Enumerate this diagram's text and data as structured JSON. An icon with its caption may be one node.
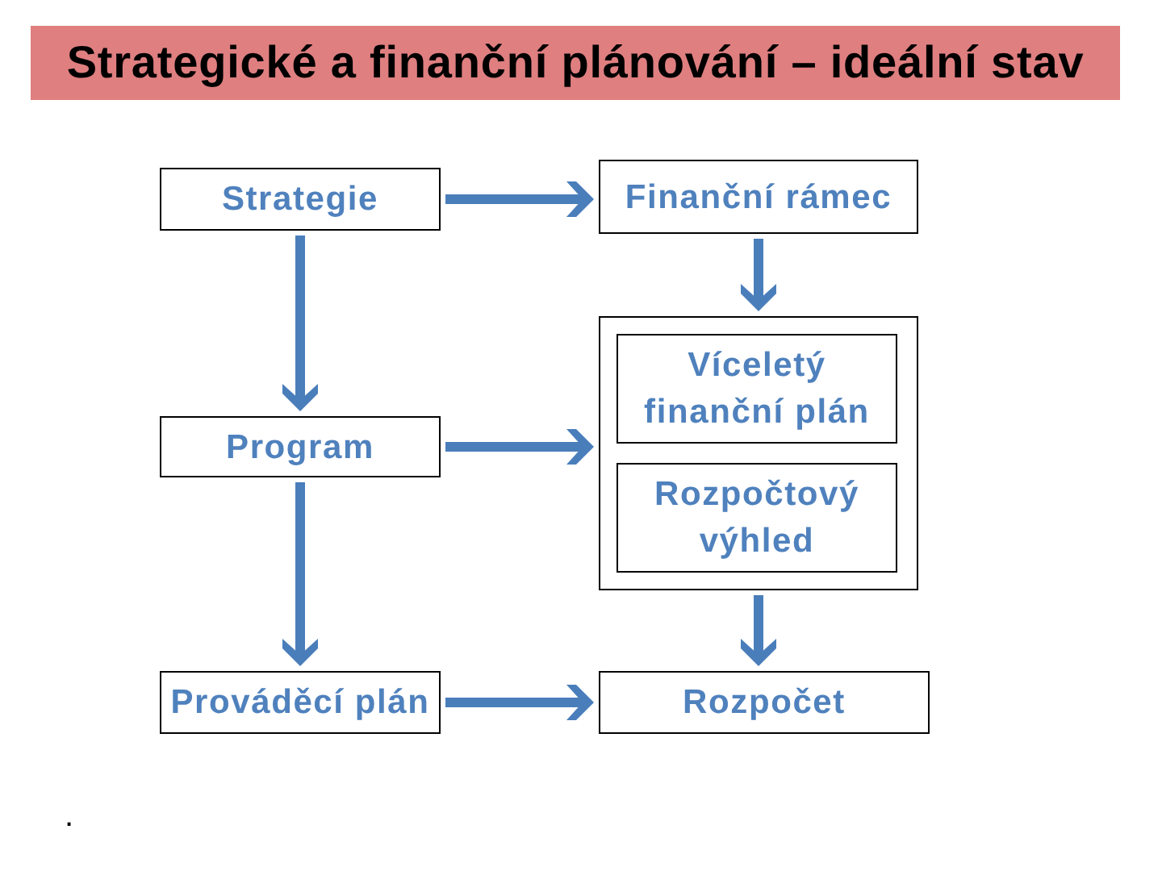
{
  "diagram": {
    "title": "Strategické a finanční plánování – ideální stav",
    "nodes": [
      {
        "text": [
          "Strategie"
        ]
      },
      {
        "text": [
          "Finanční rámec"
        ]
      },
      {
        "text": [
          "Program"
        ]
      },
      {
        "text": [],
        "shape": "box"
      },
      {
        "text": [
          "Víceletý finanční plán"
        ],
        "in": 3
      },
      {
        "text": [
          "Rozpočtový výhled"
        ],
        "in": 3
      },
      {
        "text": [
          "Prováděcí plán"
        ]
      },
      {
        "text": [
          "Rozpočet"
        ]
      }
    ],
    "edges": [
      {
        "from": 0,
        "to": 1,
        "arrow": "to"
      },
      {
        "from": 0,
        "to": 2,
        "arrow": "to"
      },
      {
        "from": 1,
        "to": 3,
        "arrow": "to"
      },
      {
        "from": 2,
        "to": 3,
        "arrow": "to"
      },
      {
        "from": 2,
        "to": 6,
        "arrow": "to"
      },
      {
        "from": 3,
        "to": 7,
        "arrow": "to"
      },
      {
        "from": 6,
        "to": 7,
        "arrow": "to"
      }
    ],
    "labels": [
      "."
    ]
  }
}
